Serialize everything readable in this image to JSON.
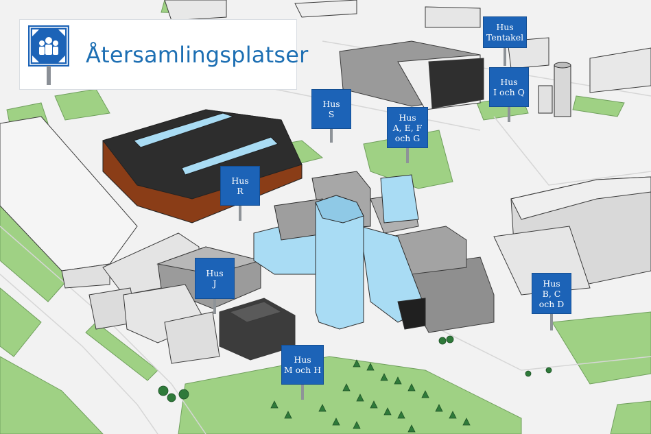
{
  "title": {
    "text": "Återsamlingsplatser",
    "icon": "assembly-point-icon",
    "icon_color": "#1c63b7"
  },
  "colors": {
    "marker": "#1c63b7",
    "grass": "#9fd184",
    "road": "#f4f4f4",
    "tower": "#a9dcf4",
    "dark_roof": "#2d2d2d",
    "brick": "#8a3d17"
  },
  "markers": [
    {
      "id": "hus-tentakel",
      "lines": [
        "Hus",
        "Tentakel"
      ]
    },
    {
      "id": "hus-s",
      "lines": [
        "Hus",
        "S"
      ]
    },
    {
      "id": "hus-aefg",
      "lines": [
        "Hus",
        "A, E, F",
        "och G"
      ]
    },
    {
      "id": "hus-iq",
      "lines": [
        "Hus",
        "I och Q"
      ]
    },
    {
      "id": "hus-r",
      "lines": [
        "Hus",
        "R"
      ]
    },
    {
      "id": "hus-j",
      "lines": [
        "Hus",
        "J"
      ]
    },
    {
      "id": "hus-bcd",
      "lines": [
        "Hus",
        "B, C",
        "och D"
      ]
    },
    {
      "id": "hus-mh",
      "lines": [
        "Hus",
        "M och H"
      ]
    }
  ]
}
